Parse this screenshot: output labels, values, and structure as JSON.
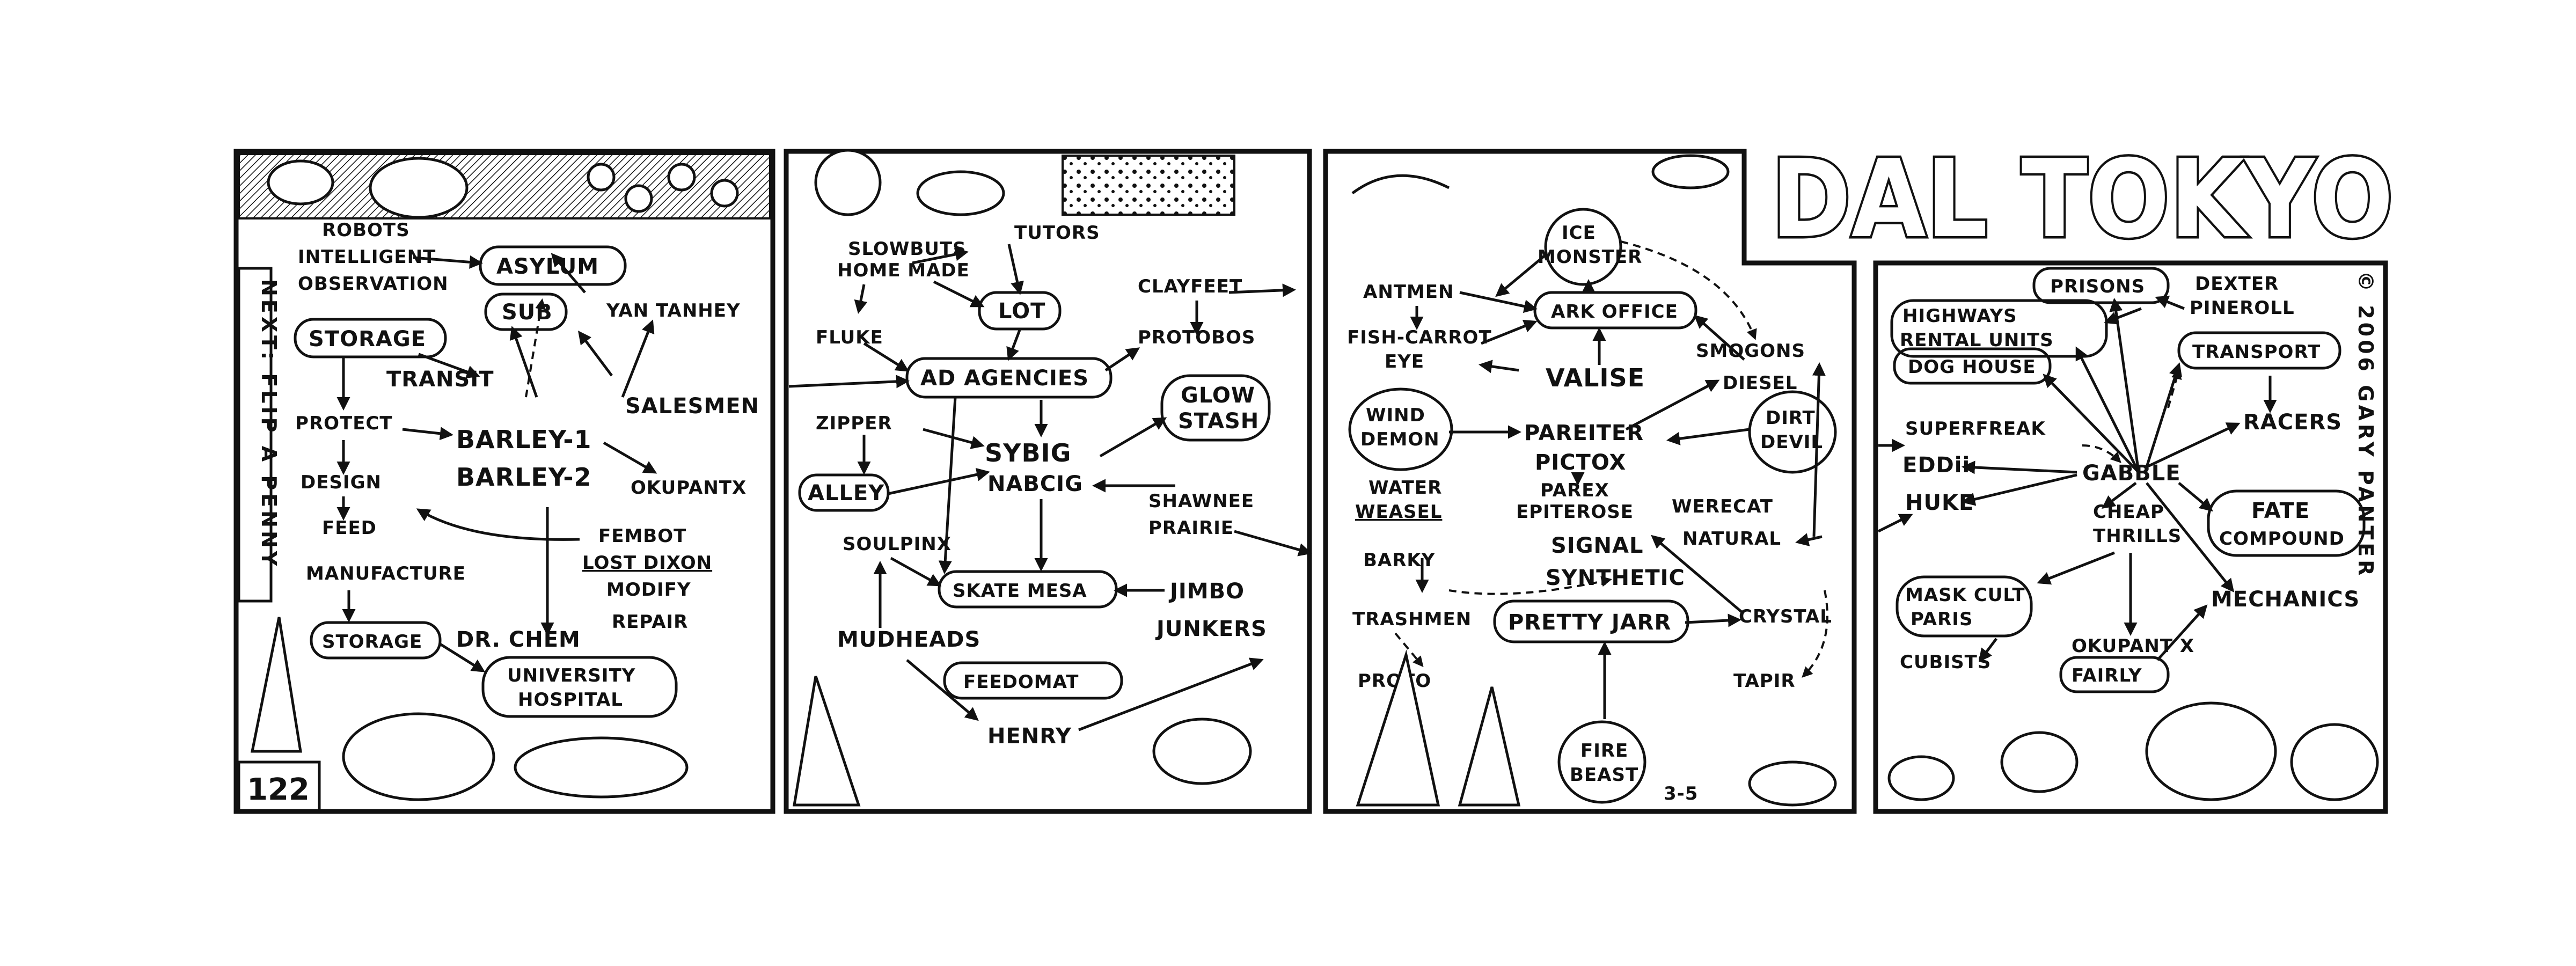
{
  "strip": {
    "title": "DAL TOKYO",
    "strip_number": "122",
    "next_note": "NEXT: FLIP A PENNY",
    "copyright": "© 2006 GARY PANTER",
    "date_mark": "3-5"
  },
  "panel1": {
    "robots": "ROBOTS",
    "intelligent": "INTELLIGENT",
    "observation": "OBSERVATION",
    "asylum": "ASYLUM",
    "sub": "SUB",
    "yan_tanhey": "YAN TANHEY",
    "storage_top": "STORAGE",
    "transit": "TRANSIT",
    "protect": "PROTECT",
    "barley1": "BARLEY-1",
    "barley2": "BARLEY-2",
    "salesmen": "SALESMEN",
    "okupantx": "OKUPANTX",
    "design": "DESIGN",
    "feed": "FEED",
    "fembot": "FEMBOT",
    "lost_dixon": "LOST DIXON",
    "modify": "MODIFY",
    "manufacture": "MANUFACTURE",
    "repair": "REPAIR",
    "storage_bottom": "STORAGE",
    "dr_chem": "DR. CHEM",
    "university": "UNIVERSITY",
    "hospital": "HOSPITAL"
  },
  "panel2": {
    "slowbuts": "SLOWBUTS",
    "home_made": "HOME MADE",
    "tutors": "TUTORS",
    "lot": "LOT",
    "clayfeet": "CLAYFEET",
    "fluke": "FLUKE",
    "ad_agencies": "AD AGENCIES",
    "protobos": "PROTOBOS",
    "glow": "GLOW",
    "stash": "STASH",
    "zipper": "ZIPPER",
    "sybig": "SYBIG",
    "nabcig": "NABCIG",
    "alley": "ALLEY",
    "shawnee": "SHAWNEE",
    "prairie": "PRAIRIE",
    "soulpinx": "SOULPINX",
    "skate_mesa": "SKATE MESA",
    "jimbo": "JIMBO",
    "junkers": "JUNKERS",
    "mudheads": "MUDHEADS",
    "feedomat": "FEEDOMAT",
    "henry": "HENRY"
  },
  "panel3": {
    "ice": "ICE",
    "monster": "MONSTER",
    "antmen": "ANTMEN",
    "ark_office": "ARK OFFICE",
    "fish_carrot": "FISH-CARROT",
    "eye": "EYE",
    "valise": "VALISE",
    "smogons": "SMOGONS",
    "diesel": "DIESEL",
    "wind": "WIND",
    "demon": "DEMON",
    "pareiter": "PAREITER",
    "pictox": "PICTOX",
    "dirt": "DIRT",
    "devil": "DEVIL",
    "water": "WATER",
    "weasel": "WEASEL",
    "parex": "PAREX",
    "epiterose": "EPITEROSE",
    "werecat": "WERECAT",
    "natural": "NATURAL",
    "signal": "SIGNAL",
    "barky": "BARKY",
    "synthetic": "SYNTHETIC",
    "trashmen": "TRASHMEN",
    "pretty_jarr": "PRETTY JARR",
    "crystal": "CRYSTAL",
    "proto": "PROTO",
    "tapir": "TAPIR",
    "fire": "FIRE",
    "beast": "BEAST"
  },
  "panel4": {
    "prisons": "PRISONS",
    "dexter": "DEXTER",
    "pineroll": "PINEROLL",
    "highways": "HIGHWAYS",
    "rental_units": "RENTAL UNITS",
    "dog_house": "DOG HOUSE",
    "transport": "TRANSPORT",
    "superfreak": "SUPERFREAK",
    "eddii": "EDDii",
    "gabble": "GABBLE",
    "racers": "RACERS",
    "huke": "HUKE",
    "cheap": "CHEAP",
    "thrills": "THRILLS",
    "fate": "FATE",
    "compound": "COMPOUND",
    "mask_cult": "MASK CULT",
    "paris": "PARIS",
    "mechanics": "MECHANICS",
    "okupant_x": "OKUPANT X",
    "cubists": "CUBISTS",
    "fairly": "FAIRLY"
  }
}
